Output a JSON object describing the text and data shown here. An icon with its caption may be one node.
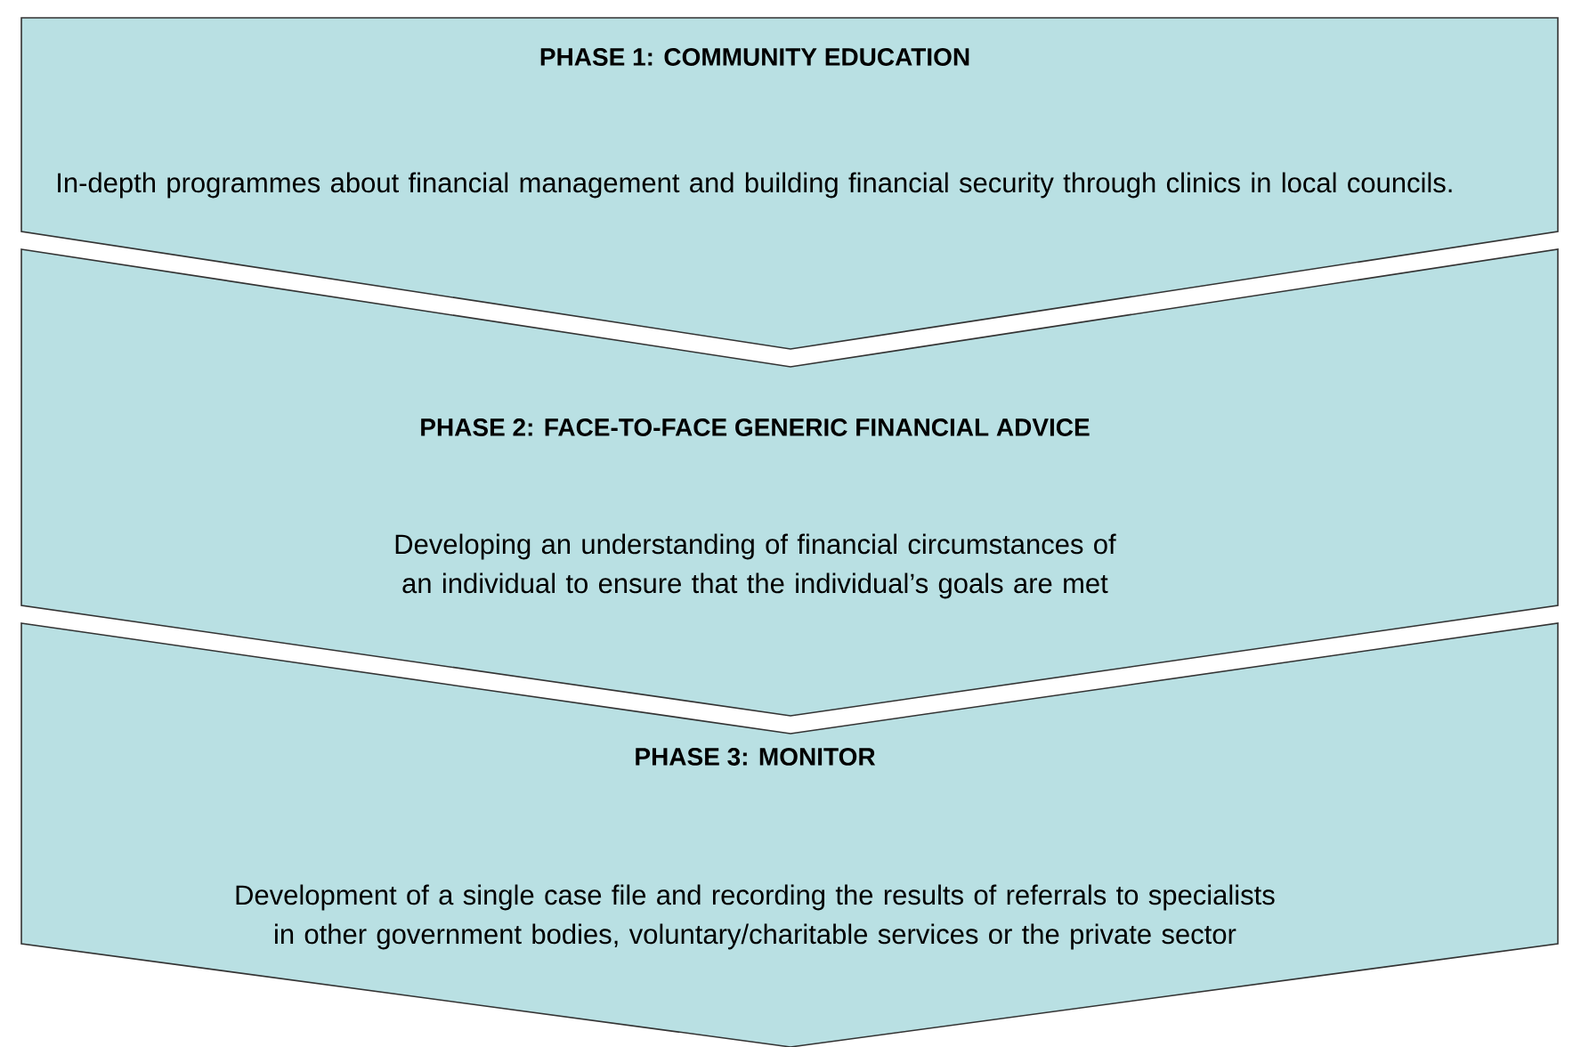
{
  "diagram": {
    "nodes": [
      {
        "text": [
          "PHASE 1: COMMUNITY EDUCATION",
          "In-depth programmes about financial management and building financial security through clinics in local councils."
        ]
      },
      {
        "text": [
          "PHASE 2: FACE-TO-FACE GENERIC FINANCIAL ADVICE",
          "Developing an understanding of financial circumstances of an individual to ensure that the individual’s goals are met"
        ]
      },
      {
        "text": [
          "PHASE 3: MONITOR",
          "Development of a single case file and recording the results of referrals to specialists in other government bodies, voluntary/charitable services or the private sector"
        ]
      }
    ],
    "edges": []
  }
}
